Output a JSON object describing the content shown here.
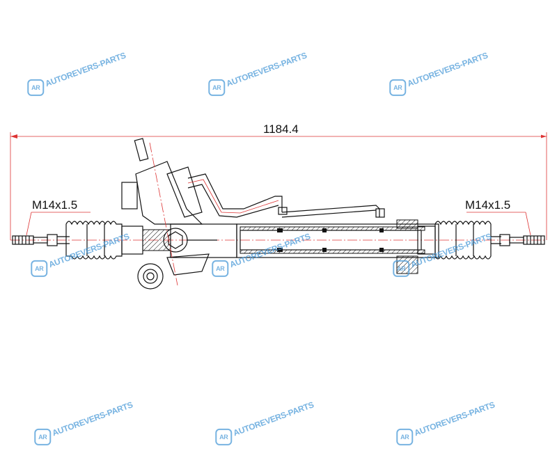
{
  "drawing": {
    "overall_length": "1184.4",
    "left_thread": "M14x1.5",
    "right_thread": "M14x1.5"
  },
  "watermark": {
    "text": "AUTOREVERS-PARTS",
    "logo": "AR"
  },
  "colors": {
    "dimension": "#d33333",
    "outline": "#111111",
    "watermark": "#4a9ad8"
  }
}
